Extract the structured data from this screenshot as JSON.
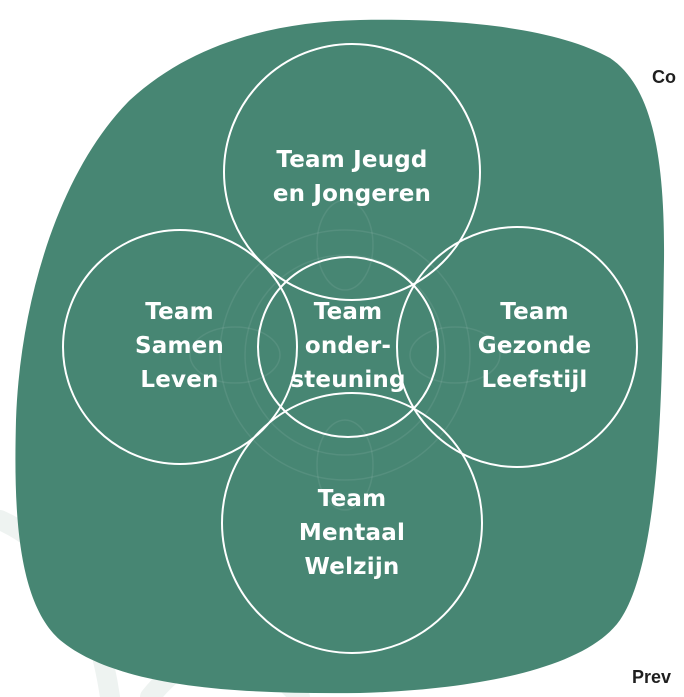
{
  "colors": {
    "blob": "#478673",
    "circle_stroke": "#ffffff",
    "text": "#ffffff",
    "watermark": "#eef3f1",
    "background": "#ffffff"
  },
  "teams": {
    "top": "Team Jeugd\nen Jongeren",
    "left": "Team\nSamen\nLeven",
    "center": "Team\nonder-\nsteuning",
    "right": "Team\nGezonde\nLeefstijl",
    "bottom": "Team\nMentaal\nWelzijn"
  },
  "side_text": {
    "top_right": "Co",
    "bottom_right": "Prev"
  }
}
